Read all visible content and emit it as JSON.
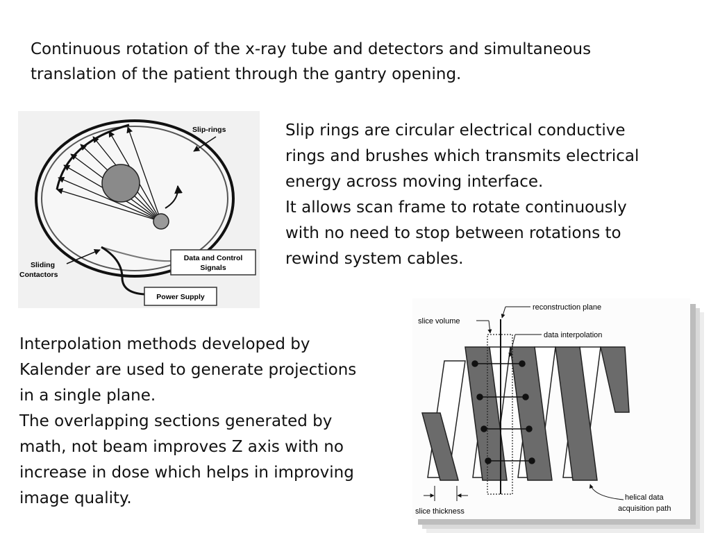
{
  "intro": {
    "line1": "Continuous rotation of the x-ray tube and detectors and simultaneous",
    "line2": "translation of the patient through the gantry opening."
  },
  "sliprings": {
    "lines": [
      "Slip rings are circular electrical conductive",
      "rings and brushes which transmits electrical",
      "energy across moving interface.",
      "It allows scan frame to rotate continuously",
      "with no need to stop between rotations to",
      "rewind system cables."
    ]
  },
  "interpolation": {
    "lines": [
      "Interpolation methods developed by",
      "Kalender are used to generate projections",
      "in a single plane.",
      "The overlapping sections generated by",
      "math, not beam improves Z axis with no",
      "increase in dose which helps in improving",
      "image quality."
    ]
  },
  "slipring_figure": {
    "slip_rings": "Slip-rings",
    "sliding_1": "Sliding",
    "sliding_2": "Contactors",
    "data_1": "Data and Control",
    "data_2": "Signals",
    "power": "Power Supply"
  },
  "helical_figure": {
    "recon_plane": "reconstruction plane",
    "slice_volume": "slice volume",
    "data_interp": "data interpolation",
    "slice_thickness": "slice thickness",
    "helical_1": "helical data",
    "helical_2": "acquisition path"
  }
}
